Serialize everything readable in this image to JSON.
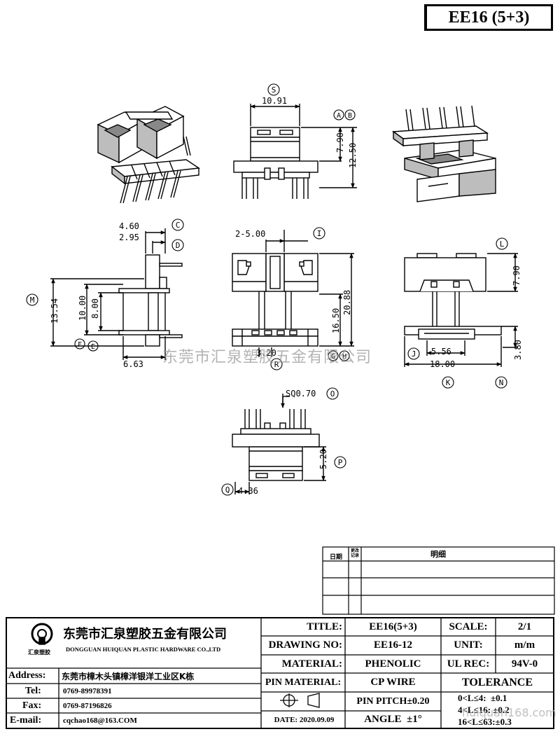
{
  "header": {
    "title": "EE16 (5+3)"
  },
  "dims": {
    "S": "10.91",
    "A_B_1": "7.90",
    "A_B_2": "12.50",
    "C": "4.60",
    "D": "2.95",
    "M": "13.54",
    "F": "10.00",
    "E": "8.00",
    "bottom_left": "6.63",
    "I": "2-5.00",
    "H_in": "16.50",
    "H_out": "20.88",
    "R": "3.20",
    "L": "7.90",
    "J": "5.56",
    "K": "18.00",
    "N": "3.80",
    "O": "SQ0.70",
    "P": "5.20",
    "Q": "4.36"
  },
  "letters": {
    "S": "S",
    "A": "A",
    "B": "B",
    "C": "C",
    "D": "D",
    "M": "M",
    "F": "F",
    "E": "E",
    "I": "I",
    "G": "G",
    "H": "H",
    "R": "R",
    "L": "L",
    "J": "J",
    "K": "K",
    "N": "N",
    "O": "O",
    "P": "P",
    "Q": "Q"
  },
  "revision": {
    "col1": "日期",
    "col2": "更改\n记录",
    "col3": "明细"
  },
  "company": {
    "name_cn": "东莞市汇泉塑胶五金有限公司",
    "name_en": "DONGGUAN HUIQUAN PLASTIC HARDWARE CO.,LTD",
    "logo_text": "汇泉塑胶"
  },
  "contact": {
    "address_label": "Address:",
    "address": "东莞市樟木头镇樟洋银洋工业区K栋",
    "tel_label": "Tel:",
    "tel": "0769-89978391",
    "fax_label": "Fax:",
    "fax": "0769-87196826",
    "email_label": "E-mail:",
    "email": "cqchao168@163.COM"
  },
  "spec": {
    "title_label": "TITLE:",
    "title": "EE16(5+3)",
    "drawing_label": "DRAWING NO:",
    "drawing": "EE16-12",
    "material_label": "MATERIAL:",
    "material": "PHENOLIC",
    "pin_material_label": "PIN MATERIAL:",
    "pin_material": "CP WIRE",
    "pin_pitch": "PIN PITCH±0.20",
    "date": "DATE: 2020.09.09",
    "angle": "ANGLE  ±1°",
    "scale_label": "SCALE:",
    "scale": "2/1",
    "unit_label": "UNIT:",
    "unit": "m/m",
    "ul_label": "UL REC:",
    "ul": "94V-0",
    "tolerance_label": "TOLERANCE",
    "tol1": "0<L≤4:  ±0.1",
    "tol2": "4<L≤16: ±0.2",
    "tol3": "16<L≤63:±0.3"
  },
  "watermark": {
    "text": "东莞市汇泉塑胶五金有限公司",
    "url": "huiquan168.com"
  }
}
